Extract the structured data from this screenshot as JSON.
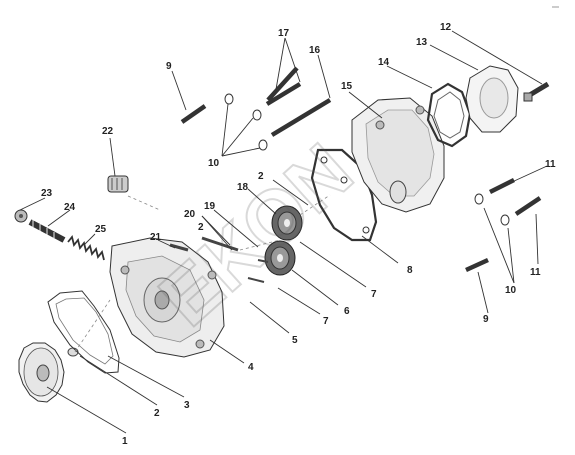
{
  "diagram": {
    "type": "exploded-parts-view",
    "callouts": [
      {
        "id": "c1",
        "label": "1"
      },
      {
        "id": "c2a",
        "label": "2"
      },
      {
        "id": "c2b",
        "label": "2"
      },
      {
        "id": "c2c",
        "label": "2"
      },
      {
        "id": "c3",
        "label": "3"
      },
      {
        "id": "c4",
        "label": "4"
      },
      {
        "id": "c5",
        "label": "5"
      },
      {
        "id": "c6",
        "label": "6"
      },
      {
        "id": "c7a",
        "label": "7"
      },
      {
        "id": "c7b",
        "label": "7"
      },
      {
        "id": "c8",
        "label": "8"
      },
      {
        "id": "c9a",
        "label": "9"
      },
      {
        "id": "c9b",
        "label": "9"
      },
      {
        "id": "c10a",
        "label": "10"
      },
      {
        "id": "c10b",
        "label": "10"
      },
      {
        "id": "c11a",
        "label": "11"
      },
      {
        "id": "c11b",
        "label": "11"
      },
      {
        "id": "c12",
        "label": "12"
      },
      {
        "id": "c13",
        "label": "13"
      },
      {
        "id": "c14",
        "label": "14"
      },
      {
        "id": "c15",
        "label": "15"
      },
      {
        "id": "c16",
        "label": "16"
      },
      {
        "id": "c17",
        "label": "17"
      },
      {
        "id": "c18",
        "label": "18"
      },
      {
        "id": "c19",
        "label": "19"
      },
      {
        "id": "c20",
        "label": "20"
      },
      {
        "id": "c21",
        "label": "21"
      },
      {
        "id": "c22",
        "label": "22"
      },
      {
        "id": "c23",
        "label": "23"
      },
      {
        "id": "c24",
        "label": "24"
      },
      {
        "id": "c25",
        "label": "25"
      }
    ],
    "watermark": "EKON"
  }
}
